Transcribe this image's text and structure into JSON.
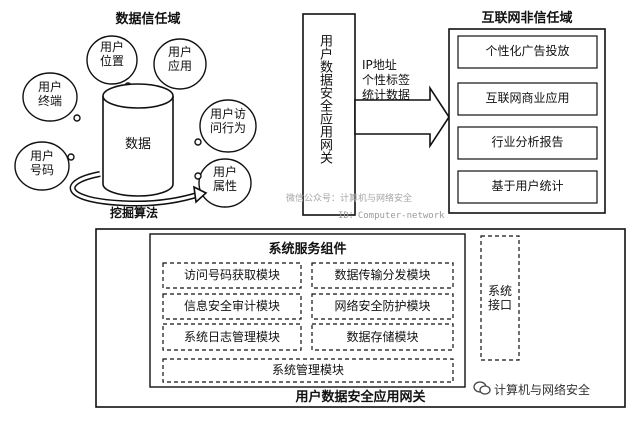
{
  "trusted_domain": {
    "title": "数据信任域",
    "bubbles": {
      "location": "用户\n位置",
      "application": "用户\n应用",
      "terminal": "用户\n终端",
      "access_behavior": "用户访\n问行为",
      "phone_number": "用户\n号码",
      "attribute": "用户\n属性"
    },
    "database_label": "数据",
    "mining_algorithm": "挖掘算法"
  },
  "gateway": {
    "vertical_label": "用户数据安全应用网关",
    "arrow_text": "IP地址\n个性标签\n统计数据"
  },
  "untrusted_domain": {
    "title": "互联网非信任域",
    "items": [
      "个性化广告投放",
      "互联网商业应用",
      "行业分析报告",
      "基于用户统计"
    ]
  },
  "bottom": {
    "components_title": "系统服务组件",
    "modules_left": [
      "访问号码获取模块",
      "信息安全审计模块",
      "系统日志管理模块"
    ],
    "modules_right": [
      "数据传输分发模块",
      "网络安全防护模块",
      "数据存储模块"
    ],
    "management_module": "系统管理模块",
    "system_interface": "系统\n接口",
    "footer_title": "用户数据安全应用网关"
  },
  "watermark": {
    "line1": "微信公众号：计算机与网络安全",
    "line2": "ID：Computer-network"
  },
  "brand": "计算机与网络安全"
}
